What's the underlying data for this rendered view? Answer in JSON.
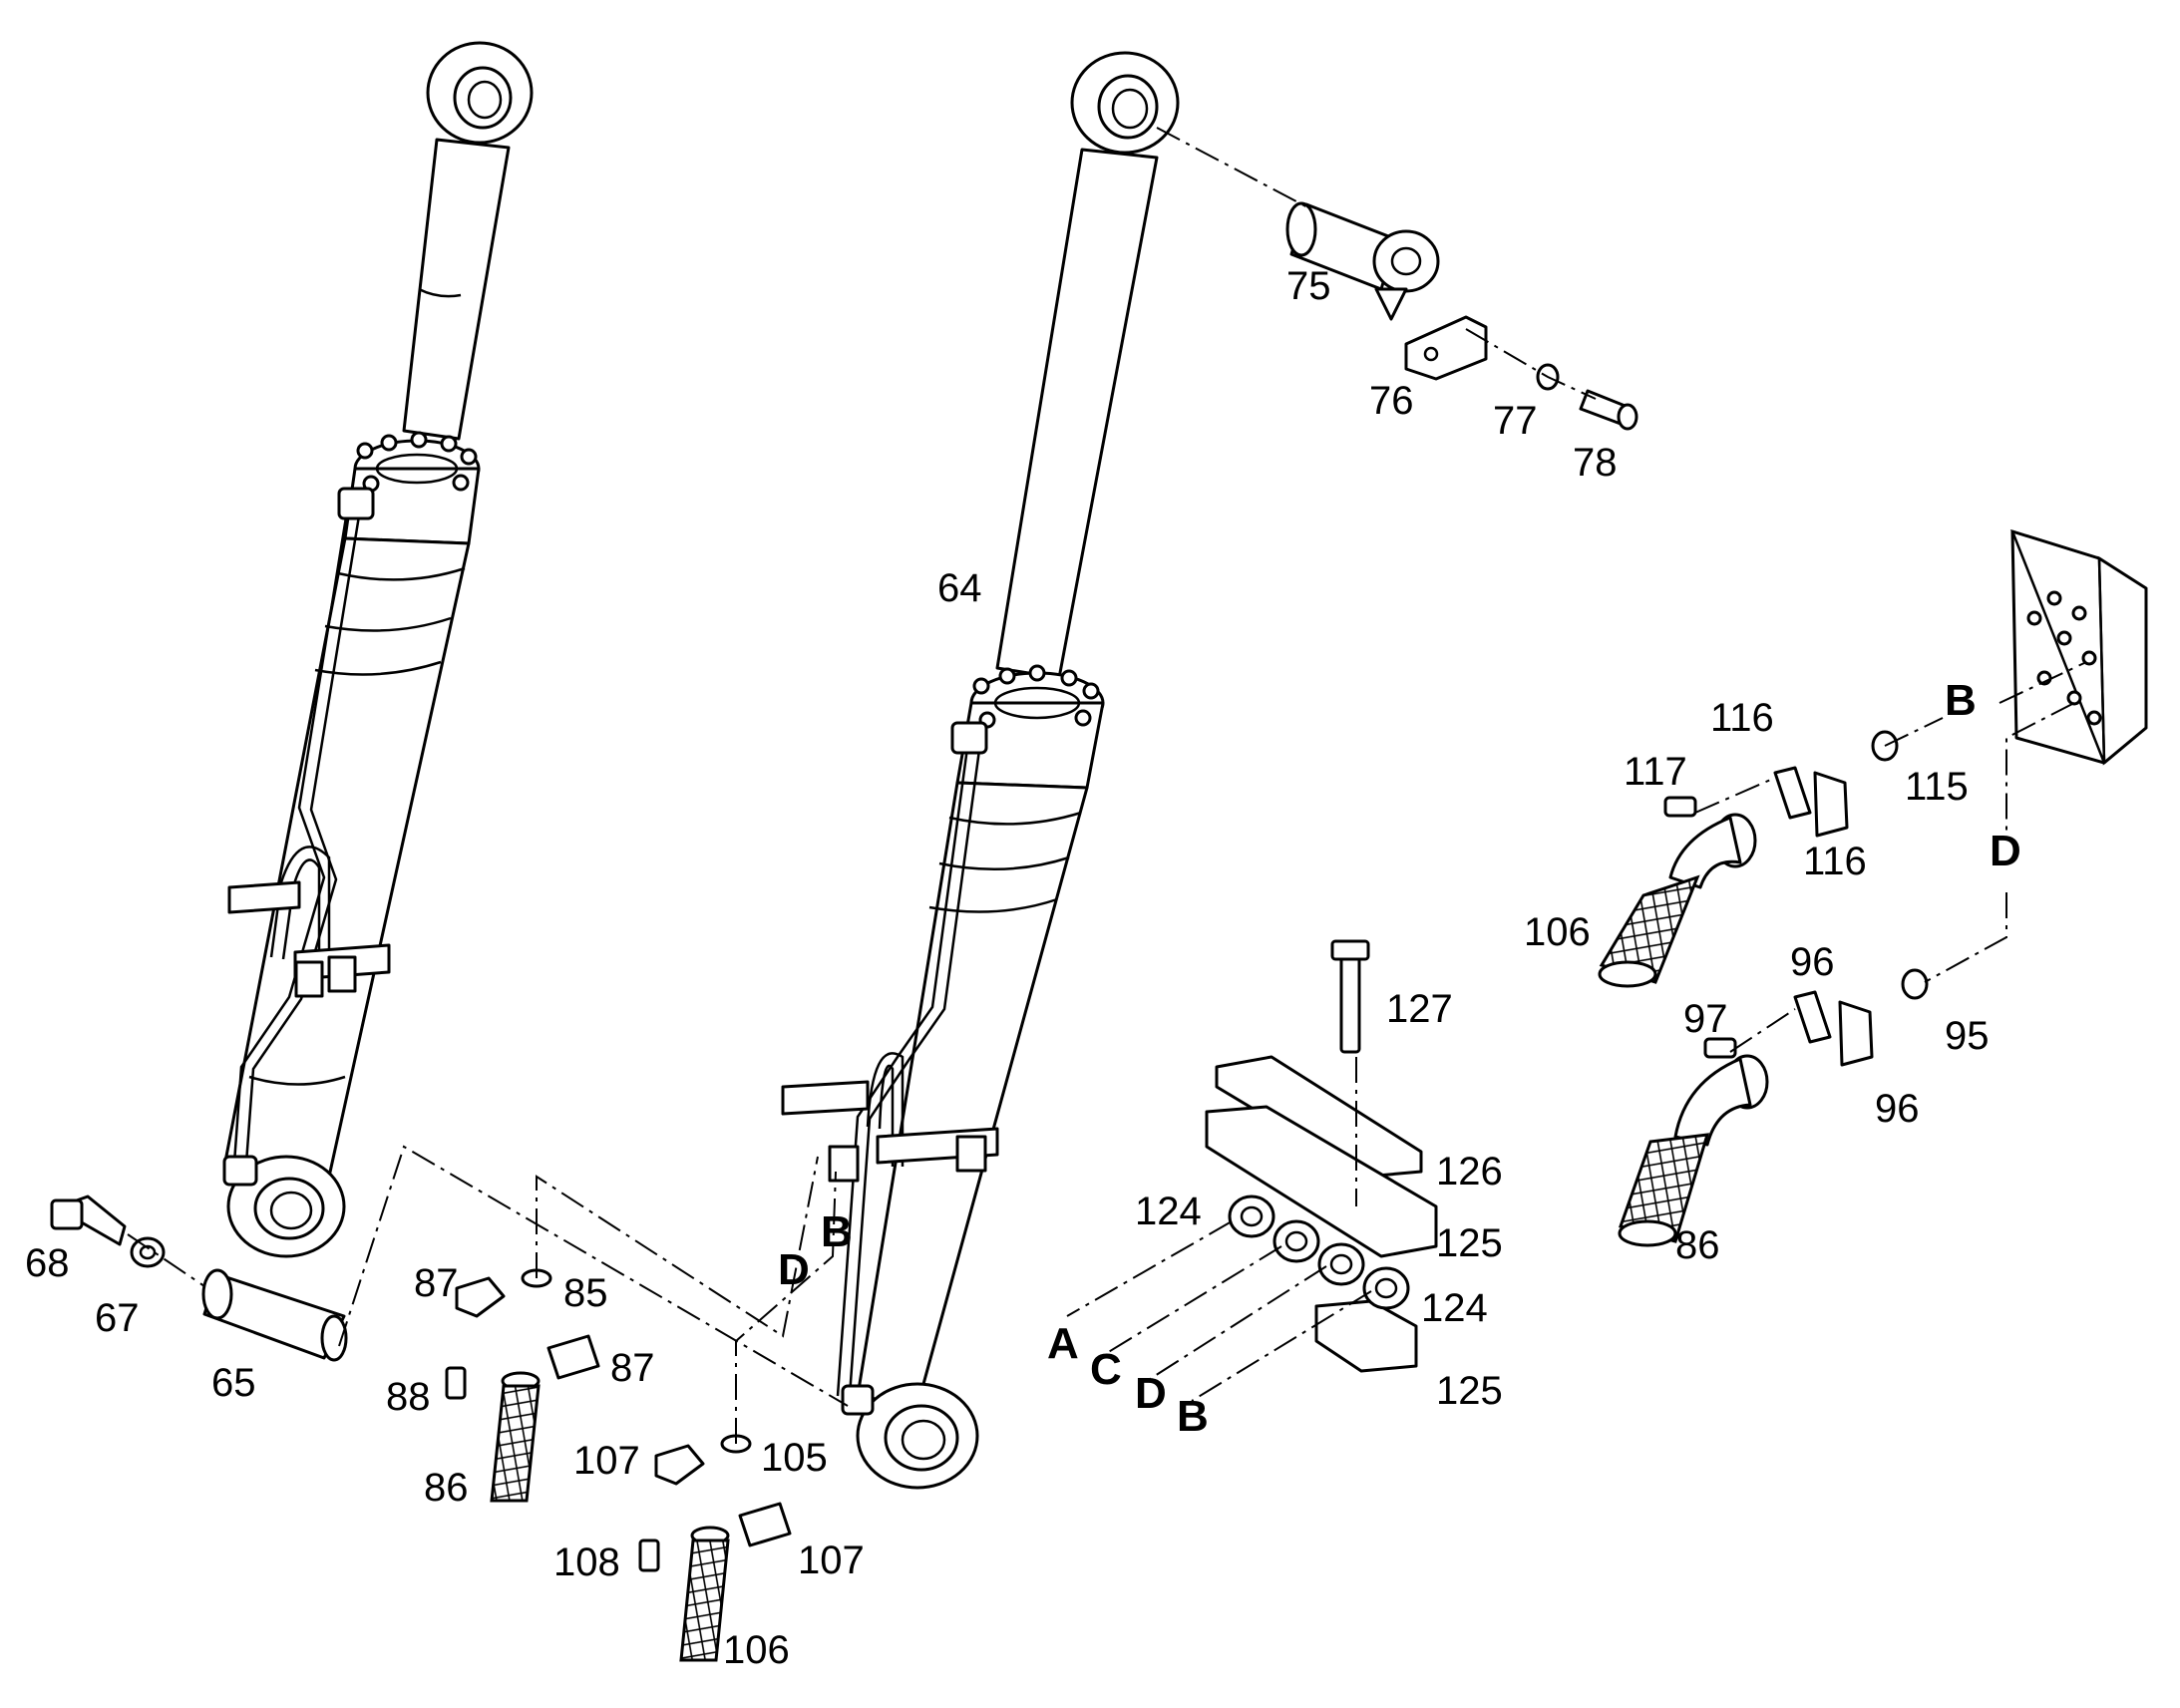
{
  "colors": {
    "line": "#000000",
    "background": "#ffffff"
  },
  "callouts": {
    "c64": "64",
    "c65": "65",
    "c67": "67",
    "c68": "68",
    "c75": "75",
    "c76": "76",
    "c77": "77",
    "c78": "78",
    "c85": "85",
    "c86a": "86",
    "c86b": "86",
    "c87a": "87",
    "c87b": "87",
    "c88": "88",
    "c95": "95",
    "c96a": "96",
    "c96b": "96",
    "c97": "97",
    "c105": "105",
    "c106a": "106",
    "c106b": "106",
    "c107a": "107",
    "c107b": "107",
    "c108": "108",
    "c115": "115",
    "c116a": "116",
    "c116b": "116",
    "c117": "117",
    "c124a": "124",
    "c124b": "124",
    "c125a": "125",
    "c125b": "125",
    "c126": "126",
    "c127": "127"
  },
  "connection_letters": {
    "B1": "B",
    "D1": "D",
    "A2": "A",
    "C2": "C",
    "D2": "D",
    "B2": "B",
    "B3": "B",
    "D3": "D"
  }
}
